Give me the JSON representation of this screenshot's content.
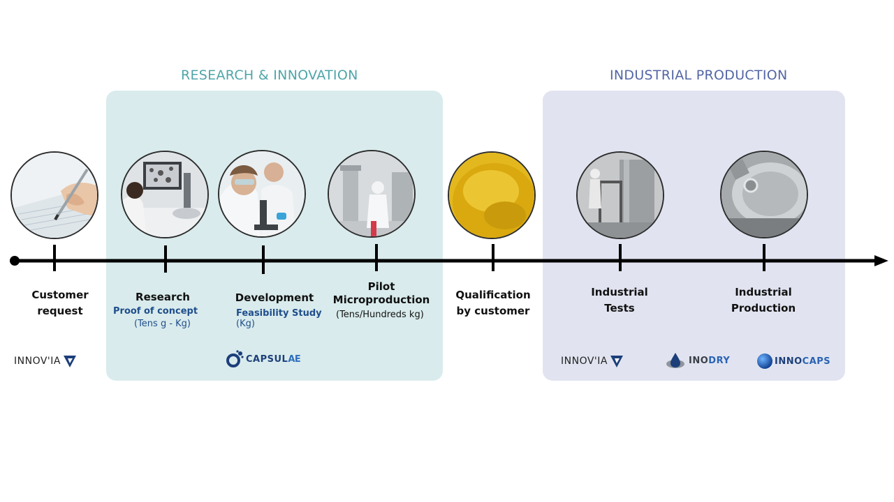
{
  "sections": {
    "research": {
      "title": "RESEARCH & INNOVATION",
      "color": "#4ea5a8"
    },
    "industrial": {
      "title": "INDUSTRIAL PRODUCTION",
      "color": "#5366a5"
    }
  },
  "steps": [
    {
      "label_line1": "Customer",
      "label_line2": "request",
      "image": "writing-hand-photo"
    },
    {
      "label_line1": "Research",
      "sub1": "Proof of concept",
      "sub2": "(Tens g - Kg)",
      "image": "laboratory-microscope-photo"
    },
    {
      "label_line1": "Development",
      "sub1": "Feasibility Study",
      "sub2": "(Kg)",
      "image": "scientists-microscope-photo"
    },
    {
      "label_line1": "Pilot",
      "label_line2": "Microproduction",
      "sub1": "(Tens/Hundreds kg)",
      "image": "pilot-plant-photo"
    },
    {
      "label_line1": "Qualification",
      "label_line2": "by customer",
      "image": "yellow-powder-photo"
    },
    {
      "label_line1": "Industrial",
      "label_line2": "Tests",
      "image": "industrial-dryer-photo"
    },
    {
      "label_line1": "Industrial",
      "label_line2": "Production",
      "image": "production-vessel-photo"
    }
  ],
  "logos": {
    "innovia_left": "INNOV'IA",
    "capsulae_a": "CAPSUL",
    "capsulae_b": "AE",
    "innovia_right": "INNOV'IA",
    "inodry_a": "INO",
    "inodry_b": "DRY",
    "innocaps_a": "INNO",
    "innocaps_b": "CAPS"
  },
  "colors": {
    "navy": "#1c3f7a",
    "teal_panel": "#d9ebec",
    "lavender_panel": "#e1e4f0",
    "timeline": "#000000"
  }
}
